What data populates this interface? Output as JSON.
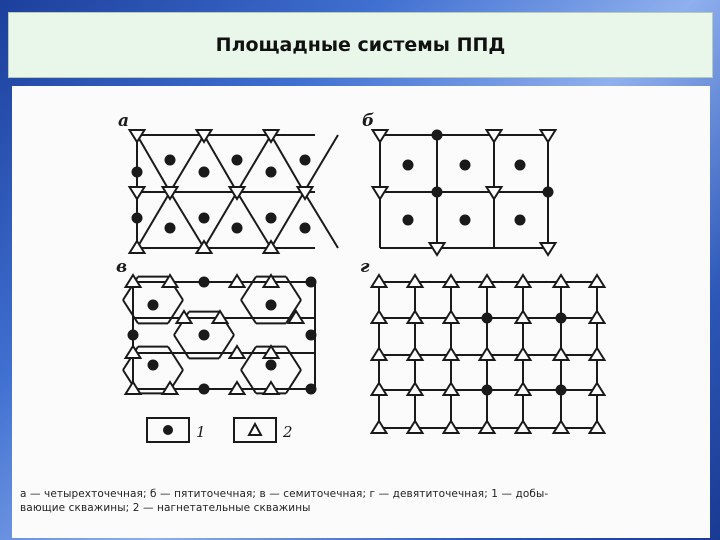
{
  "title": "Площадные системы ППД",
  "diagram": {
    "labels": {
      "a": "а",
      "b": "б",
      "v": "в",
      "g": "г"
    },
    "legend": {
      "producer_number": "1",
      "injector_number": "2"
    },
    "caption": {
      "line1": "а — четырехточечная; б — пятиточечная; в — семиточечная; г — девятиточечная; 1 — добы-",
      "line2": "вающие скважины; 2 — нагнетательные скважины"
    },
    "colors": {
      "line": "#1a1a1a",
      "panel": "#fbfbfb",
      "title_bg": "#e9f7ea"
    }
  }
}
